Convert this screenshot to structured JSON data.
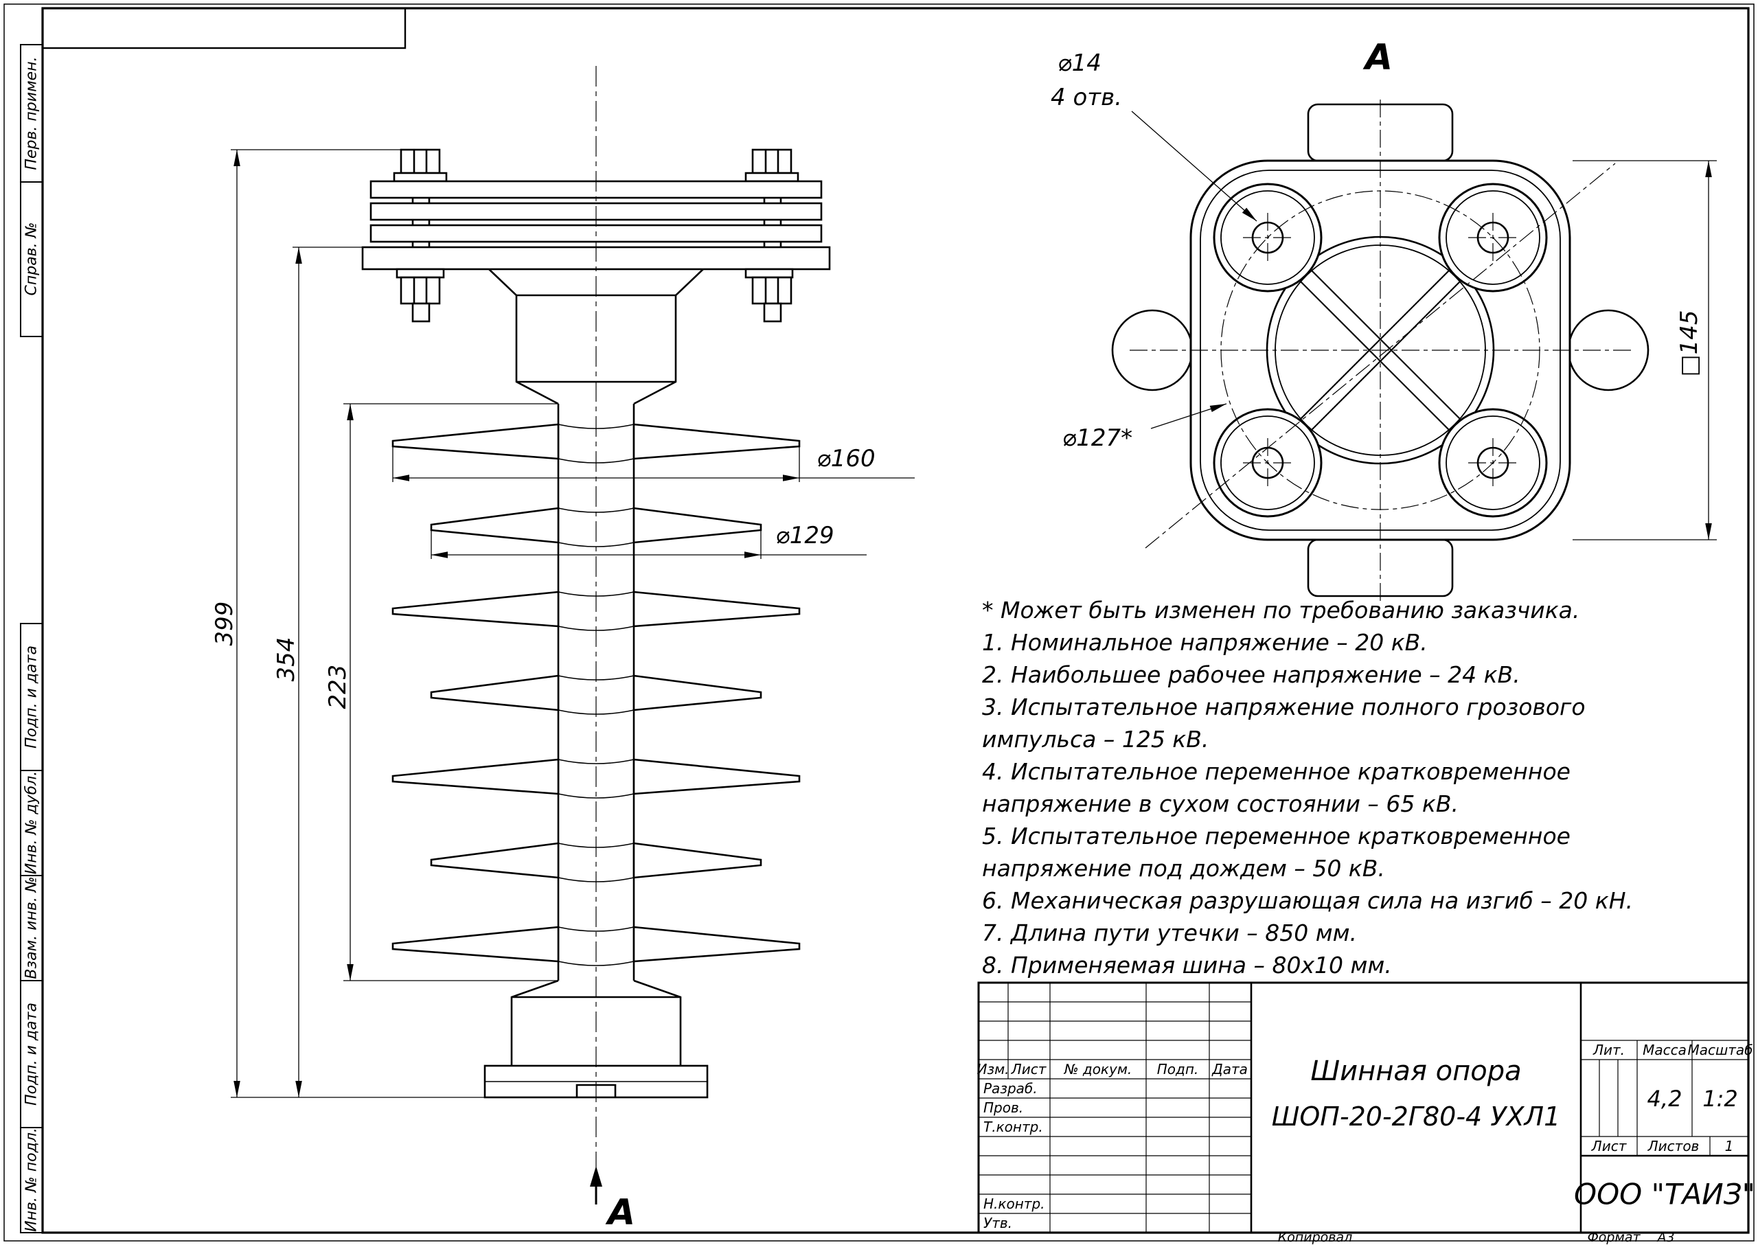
{
  "sheet": {
    "kopiroval": "Копировал",
    "format_label": "Формат",
    "format_value": "А3"
  },
  "left_strip": {
    "perv_primen": "Перв. примен.",
    "sprav_n": "Справ. №",
    "podp_data_1": "Подп. и дата",
    "inv_dubl": "Инв. № дубл.",
    "vzam_inv": "Взам. инв. №",
    "podp_data_2": "Подп. и дата",
    "inv_podl": "Инв. № подл."
  },
  "front_view": {
    "dim_399": "399",
    "dim_354": "354",
    "dim_223": "223",
    "dim_d160": "⌀160",
    "dim_d129": "⌀129",
    "section_label": "А"
  },
  "top_view": {
    "label": "А",
    "dim_d14": "⌀14",
    "holes_note": "4 отв.",
    "dim_d127": "⌀127*",
    "dim_sq145": "□145"
  },
  "notes": {
    "items": [
      "* Может быть изменен по требованию заказчика.",
      "1. Номинальное напряжение – 20 кВ.",
      "2. Наибольшее рабочее напряжение – 24 кВ.",
      "3. Испытательное напряжение полного грозового импульса – 125 кВ.",
      "4. Испытательное переменное кратковременное напряжение в сухом состоянии – 65 кВ.",
      "5. Испытательное переменное кратковременное напряжение под дождем – 50 кВ.",
      "6. Механическая разрушающая сила на изгиб – 20 кН.",
      "7. Длина пути утечки – 850 мм.",
      "8. Применяемая шина – 80х10 мм."
    ]
  },
  "title_block": {
    "col_izm": "Изм.",
    "col_list": "Лист",
    "col_ndokum": "№ докум.",
    "col_podp": "Подп.",
    "col_data": "Дата",
    "row_razrab": "Разраб.",
    "row_prov": "Пров.",
    "row_tkontr": "Т.контр.",
    "row_nkontr": "Н.контр.",
    "row_utv": "Утв.",
    "name_line1": "Шинная опора",
    "name_line2": "ШОП-20-2Г80-4 УХЛ1",
    "lit_label": "Лит.",
    "massa_label": "Масса",
    "masshtab_label": "Масштаб",
    "massa_value": "4,2",
    "masshtab_value": "1:2",
    "list_label": "Лист",
    "listov_label": "Листов",
    "listov_value": "1",
    "company": "ООО \"ТАИЗ\""
  }
}
